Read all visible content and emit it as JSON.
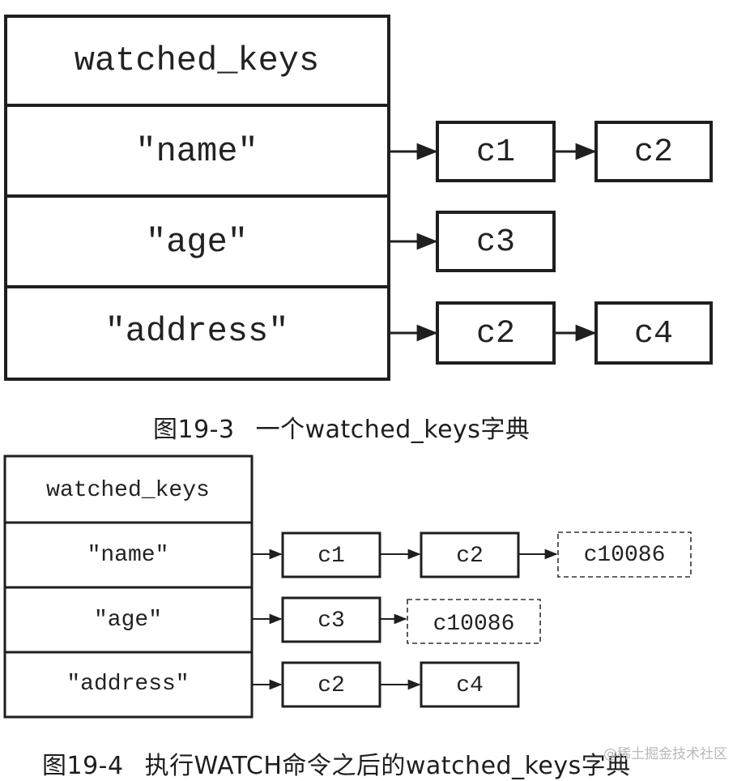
{
  "fig1": {
    "header": "watched_keys",
    "rows": [
      {
        "key": "\"name\"",
        "clients": [
          "c1",
          "c2"
        ]
      },
      {
        "key": "\"age\"",
        "clients": [
          "c3"
        ]
      },
      {
        "key": "\"address\"",
        "clients": [
          "c2",
          "c4"
        ]
      }
    ],
    "caption_number": "图19-3",
    "caption_text": "一个watched_keys字典"
  },
  "fig2": {
    "header": "watched_keys",
    "rows": [
      {
        "key": "\"name\"",
        "clients": [
          "c1",
          "c2"
        ],
        "added": "c10086"
      },
      {
        "key": "\"age\"",
        "clients": [
          "c3"
        ],
        "added": "c10086"
      },
      {
        "key": "\"address\"",
        "clients": [
          "c2",
          "c4"
        ]
      }
    ],
    "caption_number": "图19-4",
    "caption_text": "执行WATCH命令之后的watched_keys字典"
  },
  "watermark": "@稀土掘金技术社区",
  "colors": {
    "stroke": "#1f1f1f",
    "text": "#222222",
    "watermark": "#b9b9b9"
  }
}
